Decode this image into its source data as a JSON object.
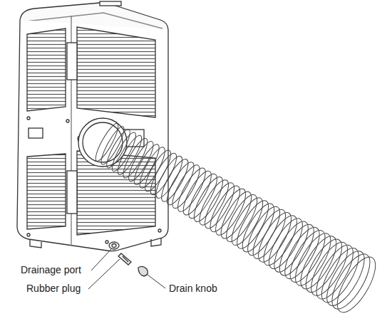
{
  "diagram": {
    "labels": [
      "Drainage port",
      "Rubber plug",
      "Drain knob"
    ]
  }
}
